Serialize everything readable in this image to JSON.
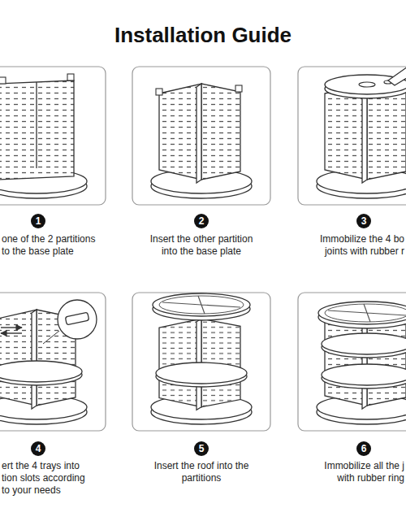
{
  "diagram": {
    "title": "Installation Guide",
    "nodes": [
      {
        "text": [
          "1"
        ]
      },
      {
        "text": [
          "2"
        ]
      },
      {
        "text": [
          "3"
        ]
      },
      {
        "text": [
          "4"
        ]
      },
      {
        "text": [
          "5"
        ]
      },
      {
        "text": [
          "6"
        ]
      }
    ],
    "labels": [
      "one of the 2 partitions to the base plate",
      "Insert the other partition into the base plate",
      "Immobilize the 4 bo joints with rubber r",
      "ert the 4 trays into tion slots according to your needs",
      "Insert the roof into the partitions",
      "Immobilize all the j with rubber ring"
    ]
  }
}
